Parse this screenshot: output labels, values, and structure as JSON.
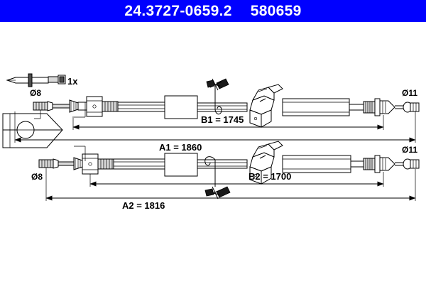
{
  "header": {
    "part_number": "24.3727-0659.2",
    "reference_number": "580659"
  },
  "diagram": {
    "title": "Brake cable technical drawing",
    "quantity_note": "1x",
    "upper_cable": {
      "left_end_diameter": "Ø8",
      "right_end_diameter": "Ø11",
      "inner_dimension": "B1 = 1745",
      "outer_dimension": "A1 = 1860"
    },
    "lower_cable": {
      "left_end_diameter": "Ø8",
      "right_end_diameter": "Ø11",
      "inner_dimension": "B2 = 1700",
      "outer_dimension": "A2 = 1816"
    },
    "colors": {
      "header_background": "#0000FF",
      "header_text": "#FFFFFF",
      "line": "#000000",
      "page_background": "#FFFFFF"
    }
  }
}
